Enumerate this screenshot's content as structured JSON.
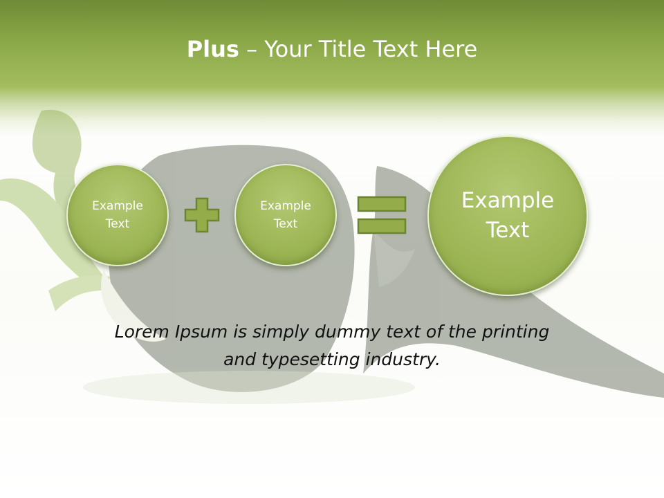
{
  "title": {
    "strong": "Plus",
    "rest": " – Your Title Text Here"
  },
  "circles": [
    {
      "label": "Example\nText"
    },
    {
      "label": "Example\nText"
    },
    {
      "label": "Example\nText"
    }
  ],
  "operators": {
    "plus": "plus-icon",
    "equals": "equals-icon"
  },
  "body_text": "Lorem Ipsum is simply dummy text of the printing\nand typesetting industry.",
  "colors": {
    "header_green": "#86a443",
    "circle_green": "#a2ba5b",
    "operator_green": "#94ad4a",
    "operator_outline": "#6c8430"
  }
}
